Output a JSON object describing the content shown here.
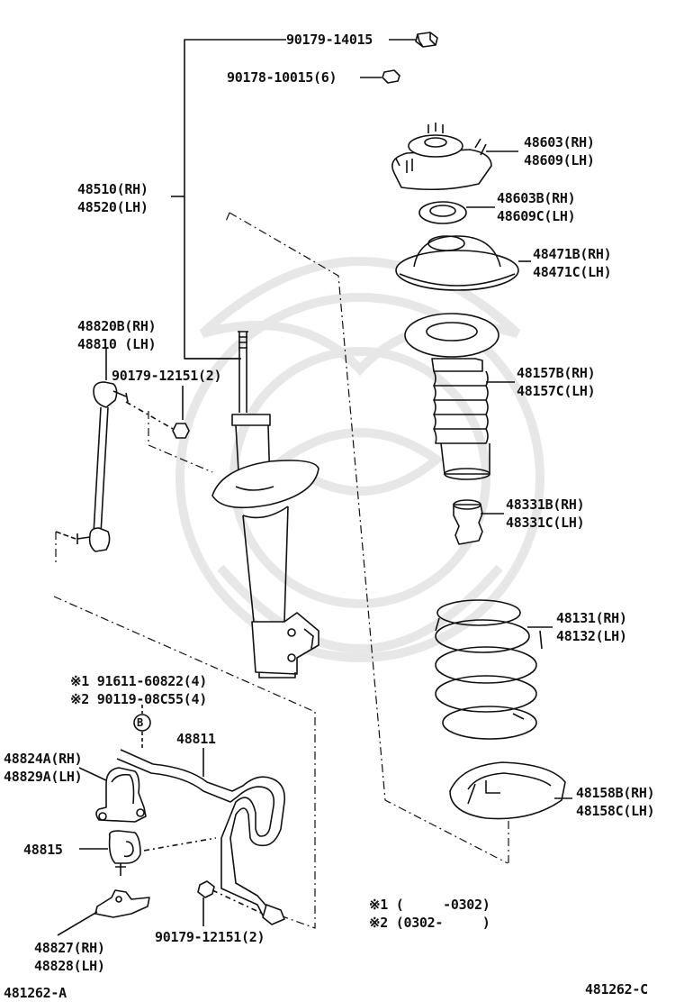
{
  "diagram": {
    "footer_left": "481262-A",
    "footer_right": "481262-C",
    "bubble": "B",
    "notes": [
      "※1 (     -0302)",
      "※2 (0302-     )"
    ],
    "labels": {
      "nut_top": "90179-14015",
      "nut_second": "90178-10015(6)",
      "strut_rh": "48510(RH)",
      "strut_lh": "48520(LH)",
      "link_rh": "48820B(RH)",
      "link_lh": "48810  (LH)",
      "link_nut": "90179-12151(2)",
      "mount_rh": "48603(RH)",
      "mount_lh": "48609(LH)",
      "bearing_rh": "48603B(RH)",
      "bearing_lh": "48609C(LH)",
      "seat_upper_rh": "48471B(RH)",
      "seat_upper_lh": "48471C(LH)",
      "boot_rh": "48157B(RH)",
      "boot_lh": "48157C(LH)",
      "bumper_rh": "48331B(RH)",
      "bumper_lh": "48331C(LH)",
      "spring_rh": "48131(RH)",
      "spring_lh": "48132(LH)",
      "insulator_rh": "48158B(RH)",
      "insulator_lh": "48158C(LH)",
      "bolt1": "※1 91611-60822(4)",
      "bolt2": "※2 90119-08C55(4)",
      "stabilizer": "48811",
      "bracket_rh": "48824A(RH)",
      "bracket_lh": "48829A(LH)",
      "bushing": "48815",
      "lower_bracket_rh": "48827(RH)",
      "lower_bracket_lh": "48828(LH)",
      "stab_nut": "90179-12151(2)"
    }
  }
}
